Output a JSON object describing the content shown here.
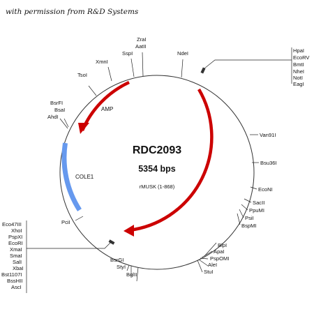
{
  "permission_note": "with permission from R&D Systems",
  "plasmid": {
    "name": "RDC2093",
    "size": "5354 bps",
    "insert": "rMUSK (1-868)"
  },
  "features": [
    {
      "label": "AMP",
      "type": "arrow",
      "color": "#cc0000"
    },
    {
      "label": "COLE1",
      "type": "region",
      "color": "#6699ee"
    },
    {
      "label": "",
      "type": "arrow",
      "color": "#cc0000"
    }
  ],
  "sites_top": [
    "XmnI",
    "SspI",
    "ZraI",
    "AatII",
    "NdeI"
  ],
  "sites_top_left": [
    "TsoI"
  ],
  "sites_left_upper": [
    "BsrFI",
    "BsaI",
    "AhdI"
  ],
  "cluster_top_right": [
    "HpaI",
    "EcoRV",
    "BmtI",
    "NheI",
    "NotI",
    "EagI"
  ],
  "sites_right": [
    "Van91I",
    "Bsu36I",
    "EcoNI",
    "SacII",
    "PpuMI",
    "PsiI",
    "BspMI"
  ],
  "sites_bottom_right": [
    "BlpI",
    "ApaI",
    "PspOMI",
    "AleI",
    "StuI"
  ],
  "sites_bottom": [
    "BsrGI",
    "StyI",
    "BglII"
  ],
  "site_pcil": "PciI",
  "cluster_bottom_left": [
    "Eco47III",
    "XhoI",
    "PspXI",
    "EcoRI",
    "XmaI",
    "SmaI",
    "SalI",
    "XbaI",
    "Bst1107I",
    "BssHII",
    "AscI"
  ]
}
